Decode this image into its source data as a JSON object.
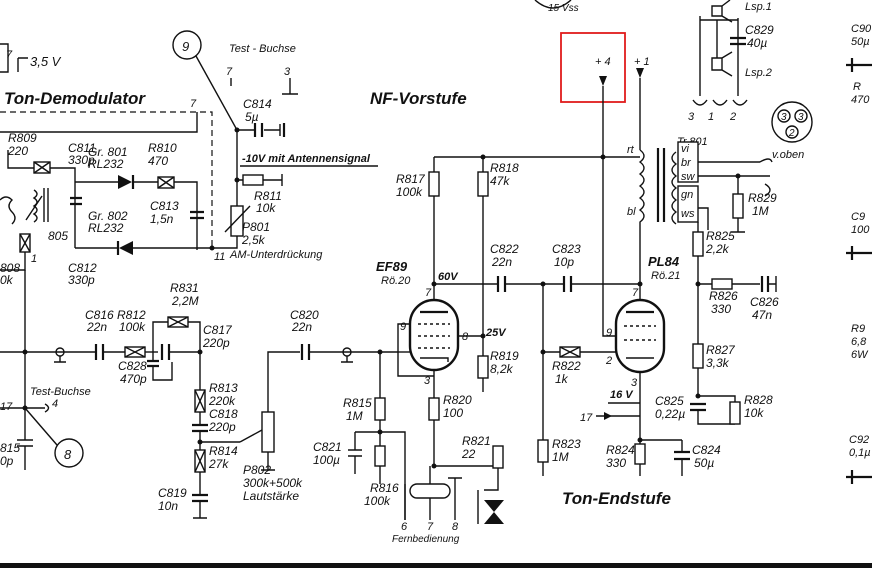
{
  "sections": {
    "demod": "Ton-Demodulator",
    "preamp": "NF-Vorstufe",
    "output": "Ton-Endstufe"
  },
  "circles": {
    "c9": "9",
    "c8": "8"
  },
  "top": {
    "v35": "3,5 V",
    "v15": "15 Vss"
  },
  "testsocket_top": "Test - Buchse",
  "testsocket_bottom": "Test-Buchse",
  "pins": {
    "p7a": "7",
    "p3a": "3",
    "p7b": "7",
    "p1": "1",
    "p11": "11",
    "p17": "17",
    "p4": "4",
    "p17b": "17",
    "p4top": "+ 4",
    "p1top": "+ 1",
    "t7": "7",
    "t8": "8",
    "t3": "3",
    "t9": "9",
    "pl7": "7",
    "pl9": "9",
    "pl2": "2",
    "pl3": "3",
    "sp3": "3",
    "sp1": "1",
    "sp2": "2",
    "ks3a": "3",
    "ks3b": "3",
    "ks2": "2",
    "r6": "6",
    "r7": "7",
    "r8": "8"
  },
  "components": {
    "r809": [
      "R809",
      "220"
    ],
    "c811": [
      "C811",
      "330p"
    ],
    "gr801": [
      "Gr. 801",
      "RL232"
    ],
    "r810": [
      "R810",
      "470"
    ],
    "gr802": [
      "Gr. 802",
      "RL232"
    ],
    "c813": [
      "C813",
      "1,5n"
    ],
    "l805": [
      "805"
    ],
    "c812": [
      "C812",
      "330p"
    ],
    "c814": [
      "C814",
      "5µ"
    ],
    "r811": [
      "R811",
      "10k"
    ],
    "p801": [
      "P801",
      "2,5k"
    ],
    "c816": [
      "C816",
      "22n"
    ],
    "r812": [
      "R812",
      "100k"
    ],
    "r831": [
      "R831",
      "2,2M"
    ],
    "c817": [
      "C817",
      "220p"
    ],
    "c828": [
      "C828",
      "470p"
    ],
    "r813": [
      "R813",
      "220k"
    ],
    "c818": [
      "C818",
      "220p"
    ],
    "r814": [
      "R814",
      "27k"
    ],
    "c820": [
      "C820",
      "22n"
    ],
    "p802": [
      "P802",
      "300k+500k"
    ],
    "c819": [
      "C819",
      "10n"
    ],
    "c815": [
      "815",
      "0p"
    ],
    "r808": [
      "808",
      "0k"
    ],
    "r817": [
      "R817",
      "100k"
    ],
    "r818": [
      "R818",
      "47k"
    ],
    "ef89": [
      "EF89",
      "Rö.20"
    ],
    "c822": [
      "C822",
      "22n"
    ],
    "c823": [
      "C823",
      "10p"
    ],
    "r819": [
      "R819",
      "8,2k"
    ],
    "r815": [
      "R815",
      "1M"
    ],
    "r820": [
      "R820",
      "100"
    ],
    "c821": [
      "C821",
      "100µ"
    ],
    "r816": [
      "R816",
      "100k"
    ],
    "r821": [
      "R821",
      "22"
    ],
    "pl84": [
      "PL84",
      "Rö.21"
    ],
    "r822": [
      "R822",
      "1k"
    ],
    "r823": [
      "R823",
      "1M"
    ],
    "r824": [
      "R824",
      "330"
    ],
    "c824": [
      "C824",
      "50µ"
    ],
    "c825": [
      "C825",
      "0,22µ"
    ],
    "r825": [
      "R825",
      "2,2k"
    ],
    "r826": [
      "R826",
      "330"
    ],
    "c826": [
      "C826",
      "47n"
    ],
    "r827": [
      "R827",
      "3,3k"
    ],
    "r828": [
      "R828",
      "10k"
    ],
    "r829": [
      "R829",
      "1M"
    ],
    "c829": [
      "C829",
      "40µ"
    ],
    "tr801": [
      "Tr.801"
    ],
    "lsp1": [
      "Lsp.1"
    ],
    "lsp2": [
      "Lsp.2"
    ]
  },
  "notes": {
    "v10": "-10V mit Antennensignal",
    "amsup": "AM-Unterdrückung",
    "laut": "Lautstärke",
    "fern": "Fernbedienung",
    "v60": "60V",
    "v25": "25V",
    "v16": "16 V",
    "vo": "v.oben",
    "rt": "rt",
    "bl": "bl",
    "vi": "vi",
    "br": "br",
    "sw": "sw",
    "gn": "gn",
    "ws": "ws"
  },
  "right_edge": {
    "c90": [
      "C90",
      "50µ"
    ],
    "r9a": [
      "R",
      "470"
    ],
    "c9b": [
      "C9",
      "100"
    ],
    "r9c": [
      "R9",
      "6,8",
      "6W"
    ],
    "c9d": [
      "C92",
      "0,1µ"
    ]
  },
  "colors": {
    "ink": "#111111",
    "highlight": "#e01b1b",
    "background": "#ffffff"
  }
}
